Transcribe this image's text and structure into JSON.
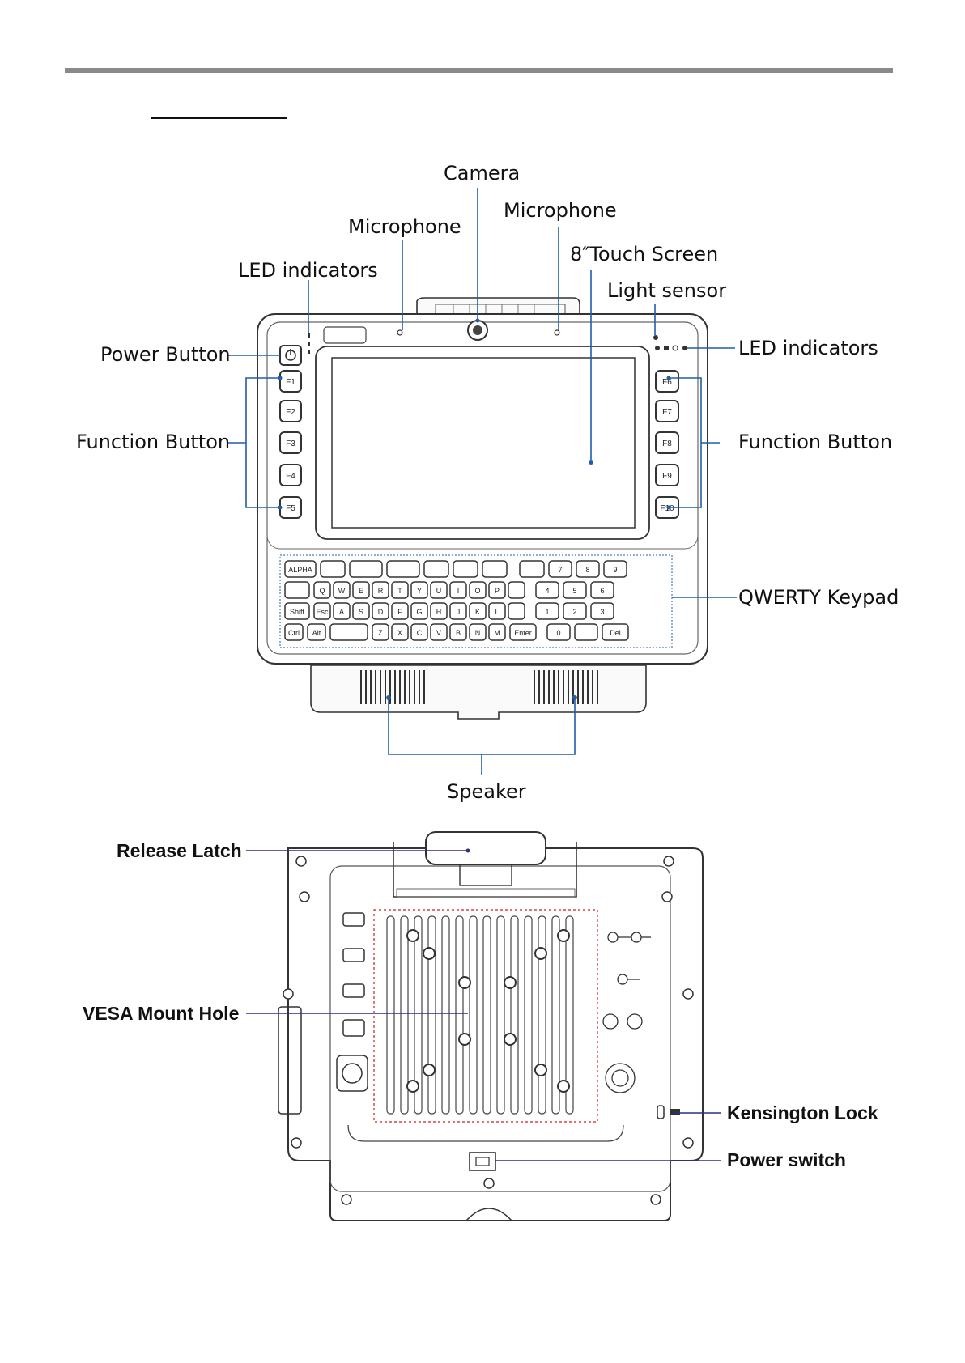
{
  "front_labels": {
    "camera": "Camera",
    "microphone_left": "Microphone",
    "microphone_right": "Microphone",
    "touch_screen": "8″Touch Screen",
    "led_indicators_left": "LED indicators",
    "light_sensor": "Light sensor",
    "led_indicators_right": "LED indicators",
    "power_button": "Power Button",
    "function_button_left": "Function Button",
    "function_button_right": "Function Button",
    "qwerty_keypad": "QWERTY Keypad",
    "speaker": "Speaker"
  },
  "back_labels": {
    "release_latch": "Release Latch",
    "vesa_mount_hole": "VESA Mount Hole",
    "kensington_lock": "Kensington Lock",
    "power_switch": "Power switch"
  },
  "function_keys_left": [
    "F1",
    "F2",
    "F3",
    "F4",
    "F5"
  ],
  "function_keys_right": [
    "F6",
    "F7",
    "F8",
    "F9",
    "F10"
  ],
  "keypad": {
    "row1": [
      "ALPHA",
      "",
      "",
      "",
      "",
      "",
      "",
      "",
      "7",
      "8",
      "9"
    ],
    "row2": [
      "",
      "Q",
      "W",
      "E",
      "R",
      "T",
      "Y",
      "U",
      "I",
      "O",
      "P",
      "",
      "4",
      "5",
      "6"
    ],
    "row3": [
      "Shift",
      "Esc",
      "A",
      "S",
      "D",
      "F",
      "G",
      "H",
      "J",
      "K",
      "L",
      "",
      "1",
      "2",
      "3"
    ],
    "row4": [
      "Ctrl",
      "Alt",
      "",
      "Z",
      "X",
      "C",
      "V",
      "B",
      "N",
      "M",
      "Enter",
      "0",
      ".",
      "Del"
    ]
  },
  "colors": {
    "callout_front": "#1f5fa8",
    "callout_back": "#2b2f8a",
    "device_outline": "#333333",
    "vesa_dashed": "#cc2222",
    "top_rule": "#8a8a8a"
  },
  "icons": [
    "power-icon",
    "camera-lens-icon",
    "vesa-mount-hole-icon"
  ]
}
